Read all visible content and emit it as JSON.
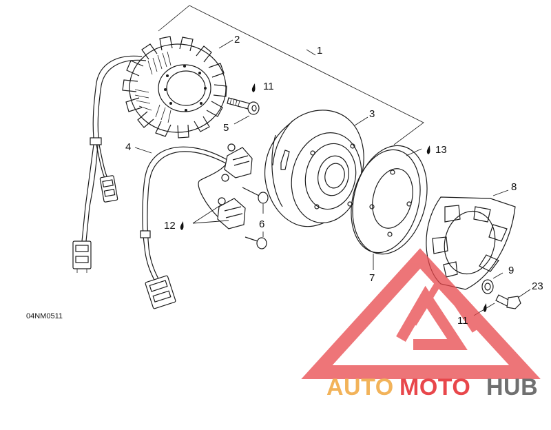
{
  "diagram": {
    "reference_code": "04NM0511",
    "callouts": [
      "1",
      "2",
      "3",
      "4",
      "5",
      "6",
      "7",
      "8",
      "9",
      "11",
      "12",
      "13",
      "23",
      "11"
    ],
    "lubricant_symbol": "drop-icon"
  },
  "watermark": {
    "brand_part1": "AUTO",
    "brand_part2": "MOTO",
    "brand_part3": "HUB",
    "color_warm": "#f2b35a",
    "color_red": "#e8474b",
    "color_dark": "#707070"
  }
}
